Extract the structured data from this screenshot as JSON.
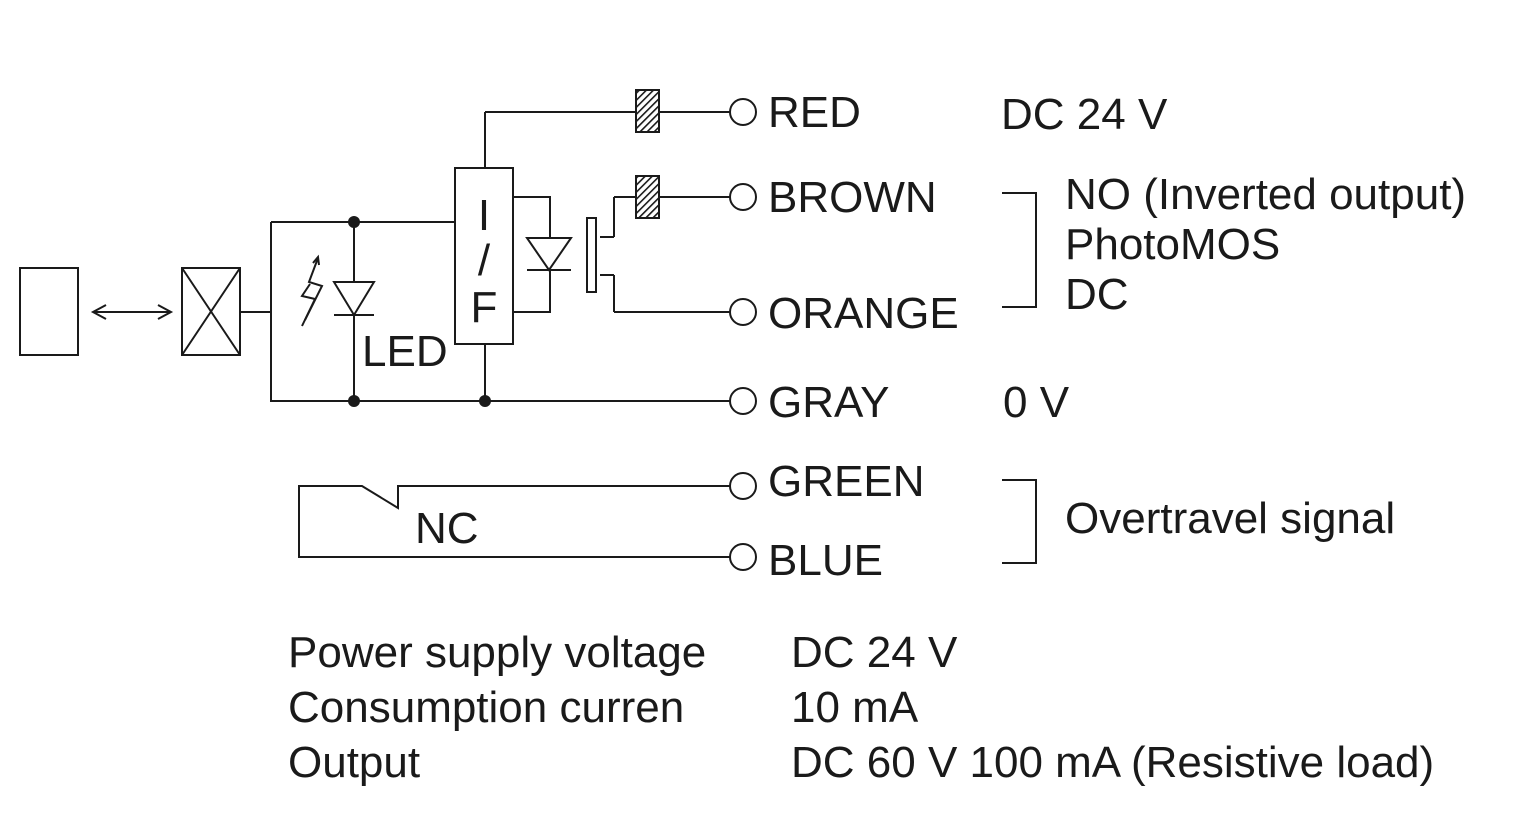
{
  "diagram": {
    "led_label": "LED",
    "interface_label": [
      "I",
      "/",
      "F"
    ],
    "nc_label": "NC",
    "wires": [
      {
        "name": "RED",
        "desc": "DC 24 V"
      },
      {
        "name": "BROWN"
      },
      {
        "name": "ORANGE"
      },
      {
        "name": "GRAY",
        "desc": "0 V"
      },
      {
        "name": "GREEN"
      },
      {
        "name": "BLUE"
      }
    ],
    "output_group": [
      "NO (Inverted output)",
      "PhotoMOS",
      "DC"
    ],
    "overtravel_group": "Overtravel signal"
  },
  "specs": [
    {
      "label": "Power supply voltage",
      "value": "DC 24 V"
    },
    {
      "label": "Consumption curren",
      "value": "10 mA"
    },
    {
      "label": "Output",
      "value": "DC 60 V 100 mA (Resistive load)"
    }
  ],
  "colors": {
    "line": "#1a1a1a",
    "background": "#ffffff"
  }
}
